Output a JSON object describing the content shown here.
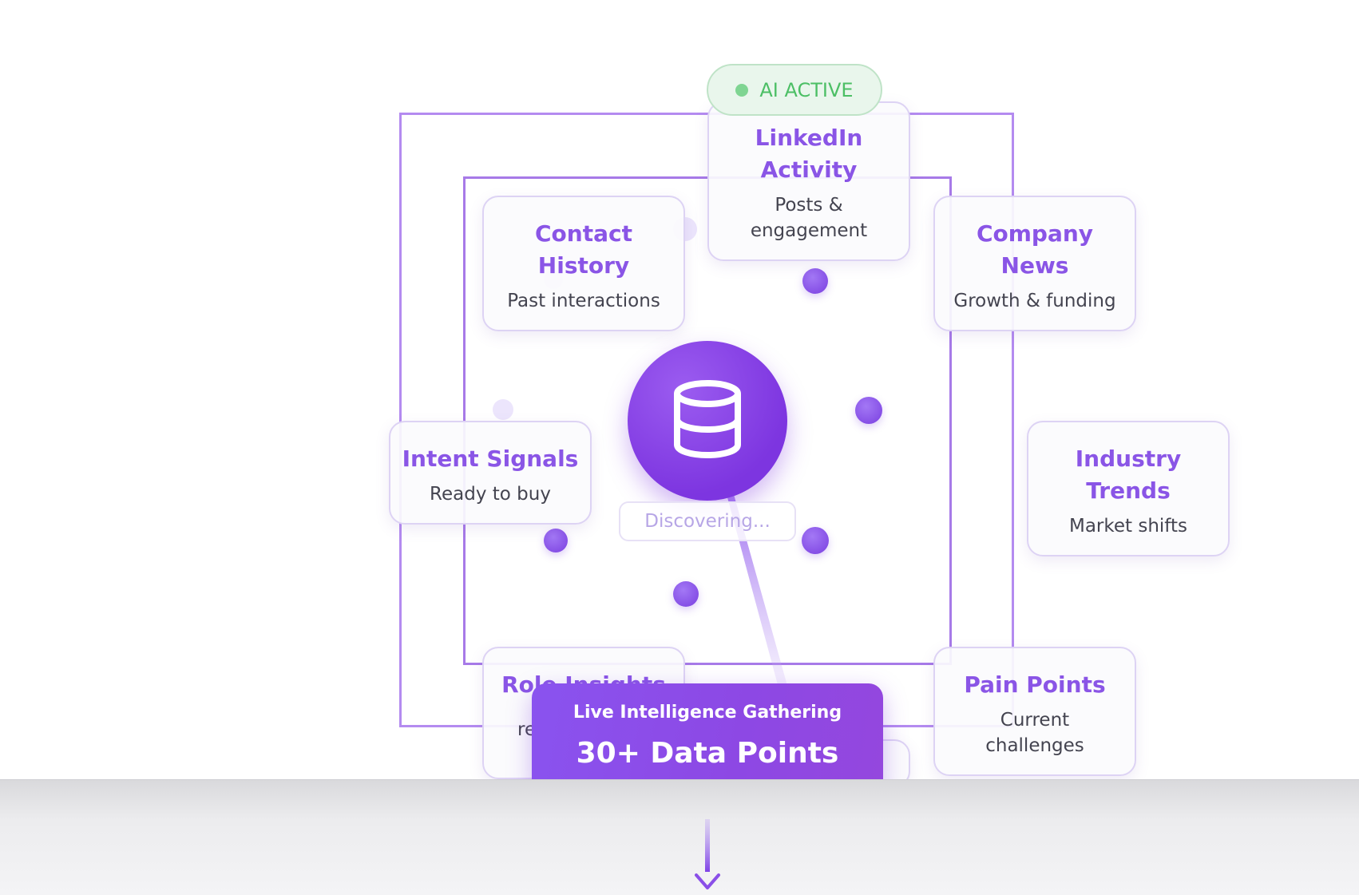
{
  "status_badge": {
    "label": "AI ACTIVE",
    "color": "#4cbf65"
  },
  "hub": {
    "icon": "database-icon",
    "status_text": "Discovering..."
  },
  "cards": [
    {
      "id": "linkedin",
      "title": "LinkedIn Activity",
      "subtitle": "Posts & engagement"
    },
    {
      "id": "contact",
      "title": "Contact History",
      "subtitle": "Past interactions"
    },
    {
      "id": "company",
      "title": "Company News",
      "subtitle": "Growth & funding"
    },
    {
      "id": "intent",
      "title": "Intent Signals",
      "subtitle": "Ready to buy"
    },
    {
      "id": "industry",
      "title": "Industry Trends",
      "subtitle": "Market shifts"
    },
    {
      "id": "role",
      "title": "Role Insights",
      "subtitle": "re"
    },
    {
      "id": "pain",
      "title": "Pain Points",
      "subtitle": "Current challenges"
    }
  ],
  "summary_panel": {
    "label": "Live Intelligence Gathering",
    "value": "30+ Data Points"
  },
  "colors": {
    "accent": "#8a55e6",
    "accent_dark": "#7d35e0",
    "frame": "#b48bf0"
  },
  "scroll_indicator": {
    "icon": "arrow-down-icon"
  }
}
